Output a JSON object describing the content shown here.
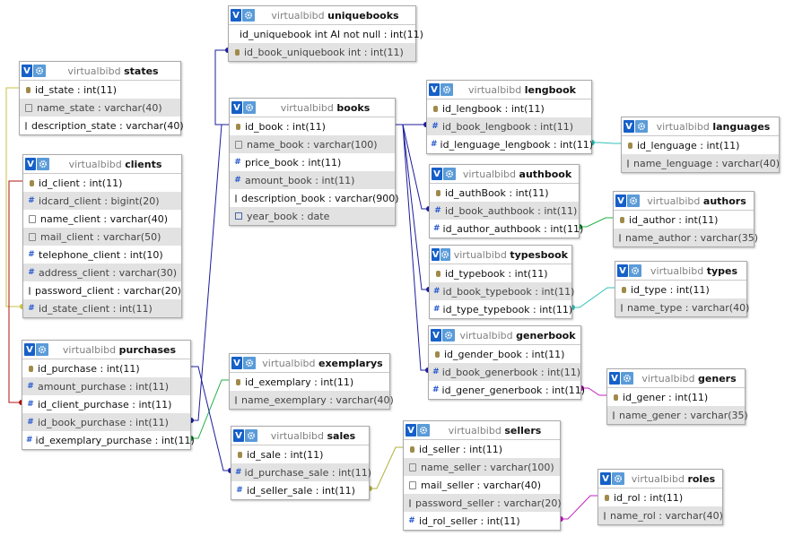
{
  "db_name": "virtualbibd",
  "colors": {
    "relation_blue": "#1c1c9c",
    "relation_yellow": "#c8c040",
    "relation_red": "#b01010",
    "relation_green": "#20b040",
    "relation_teal": "#30c0b8",
    "relation_magenta": "#c020c0",
    "relation_olive": "#b0b040"
  },
  "tables": {
    "uniquebooks": {
      "name": "uniquebooks",
      "fields": [
        {
          "label": "id_uniquebook int AI not null : int(11)",
          "icon": "key"
        },
        {
          "label": "id_book_uniquebook int : int(11)",
          "icon": "key"
        }
      ]
    },
    "states": {
      "name": "states",
      "fields": [
        {
          "label": "id_state : int(11)",
          "icon": "key"
        },
        {
          "label": "name_state : varchar(40)",
          "icon": "txt"
        },
        {
          "label": "description_state : varchar(40)",
          "icon": "txt"
        }
      ]
    },
    "clients": {
      "name": "clients",
      "fields": [
        {
          "label": "id_client : int(11)",
          "icon": "key"
        },
        {
          "label": "idcard_client : bigint(20)",
          "icon": "hash"
        },
        {
          "label": "name_client : varchar(40)",
          "icon": "txt"
        },
        {
          "label": "mail_client : varchar(50)",
          "icon": "txt"
        },
        {
          "label": "telephone_client : int(10)",
          "icon": "hash"
        },
        {
          "label": "address_client : varchar(30)",
          "icon": "hash"
        },
        {
          "label": "password_client : varchar(20)",
          "icon": "txt"
        },
        {
          "label": "id_state_client : int(11)",
          "icon": "hash"
        }
      ]
    },
    "books": {
      "name": "books",
      "fields": [
        {
          "label": "id_book : int(11)",
          "icon": "key"
        },
        {
          "label": "name_book : varchar(100)",
          "icon": "txt"
        },
        {
          "label": "price_book : int(11)",
          "icon": "hash"
        },
        {
          "label": "amount_book : int(11)",
          "icon": "hash"
        },
        {
          "label": "description_book : varchar(900)",
          "icon": "txt"
        },
        {
          "label": "year_book : date",
          "icon": "date"
        }
      ]
    },
    "lengbook": {
      "name": "lengbook",
      "fields": [
        {
          "label": "id_lengbook : int(11)",
          "icon": "key"
        },
        {
          "label": "id_book_lengbook : int(11)",
          "icon": "hash"
        },
        {
          "label": "id_lenguage_lengbook : int(11)",
          "icon": "hash"
        }
      ]
    },
    "languages": {
      "name": "languages",
      "fields": [
        {
          "label": "id_lenguage : int(11)",
          "icon": "key"
        },
        {
          "label": "name_lenguage : varchar(40)",
          "icon": "txt"
        }
      ]
    },
    "authbook": {
      "name": "authbook",
      "fields": [
        {
          "label": "id_authBook : int(11)",
          "icon": "key"
        },
        {
          "label": "id_book_authbook : int(11)",
          "icon": "hash"
        },
        {
          "label": "id_author_authbook : int(11)",
          "icon": "hash"
        }
      ]
    },
    "authors": {
      "name": "authors",
      "fields": [
        {
          "label": "id_author : int(11)",
          "icon": "key"
        },
        {
          "label": "name_author : varchar(35)",
          "icon": "txt"
        }
      ]
    },
    "typesbook": {
      "name": "typesbook",
      "fields": [
        {
          "label": "id_typebook : int(11)",
          "icon": "key"
        },
        {
          "label": "id_book_typebook : int(11)",
          "icon": "hash"
        },
        {
          "label": "id_type_typebook : int(11)",
          "icon": "hash"
        }
      ]
    },
    "types": {
      "name": "types",
      "fields": [
        {
          "label": "id_type : int(11)",
          "icon": "key"
        },
        {
          "label": "name_type : varchar(40)",
          "icon": "txt"
        }
      ]
    },
    "generbook": {
      "name": "generbook",
      "fields": [
        {
          "label": "id_gender_book : int(11)",
          "icon": "key"
        },
        {
          "label": "id_book_generbook : int(11)",
          "icon": "hash"
        },
        {
          "label": "id_gener_generbook : int(11)",
          "icon": "hash"
        }
      ]
    },
    "geners": {
      "name": "geners",
      "fields": [
        {
          "label": "id_gener : int(11)",
          "icon": "key"
        },
        {
          "label": "name_gener : varchar(35)",
          "icon": "txt"
        }
      ]
    },
    "purchases": {
      "name": "purchases",
      "fields": [
        {
          "label": "id_purchase : int(11)",
          "icon": "key"
        },
        {
          "label": "amount_purchase : int(11)",
          "icon": "hash"
        },
        {
          "label": "id_client_purchase : int(11)",
          "icon": "hash"
        },
        {
          "label": "id_book_purchase : int(11)",
          "icon": "hash"
        },
        {
          "label": "id_exemplary_purchase : int(11)",
          "icon": "hash"
        }
      ]
    },
    "exemplarys": {
      "name": "exemplarys",
      "fields": [
        {
          "label": "id_exemplary : int(11)",
          "icon": "key"
        },
        {
          "label": "name_exemplary : varchar(40)",
          "icon": "txt"
        }
      ]
    },
    "sales": {
      "name": "sales",
      "fields": [
        {
          "label": "id_sale : int(11)",
          "icon": "key"
        },
        {
          "label": "id_purchase_sale : int(11)",
          "icon": "hash"
        },
        {
          "label": "id_seller_sale : int(11)",
          "icon": "hash"
        }
      ]
    },
    "sellers": {
      "name": "sellers",
      "fields": [
        {
          "label": "id_seller : int(11)",
          "icon": "key"
        },
        {
          "label": "name_seller : varchar(100)",
          "icon": "txt"
        },
        {
          "label": "mail_seller : varchar(40)",
          "icon": "txt"
        },
        {
          "label": "password_seller : varchar(20)",
          "icon": "txt"
        },
        {
          "label": "id_rol_seller : int(11)",
          "icon": "hash"
        }
      ]
    },
    "roles": {
      "name": "roles",
      "fields": [
        {
          "label": "id_rol : int(11)",
          "icon": "key"
        },
        {
          "label": "name_rol : varchar(40)",
          "icon": "txt"
        }
      ]
    }
  },
  "relations": [
    {
      "from": "books.0",
      "to": "uniquebooks.1",
      "color": "relation_blue"
    },
    {
      "from": "states.0",
      "to": "clients.7",
      "color": "relation_yellow"
    },
    {
      "from": "clients.0",
      "to": "purchases.2",
      "color": "relation_red"
    },
    {
      "from": "books.0",
      "to": "purchases.3",
      "color": "relation_blue"
    },
    {
      "from": "exemplarys.0",
      "to": "purchases.4",
      "color": "relation_green"
    },
    {
      "from": "purchases.0",
      "to": "sales.1",
      "color": "relation_blue"
    },
    {
      "from": "books.0",
      "to": "lengbook.1",
      "color": "relation_blue"
    },
    {
      "from": "languages.0",
      "to": "lengbook.2",
      "color": "relation_teal"
    },
    {
      "from": "books.0",
      "to": "authbook.1",
      "color": "relation_blue"
    },
    {
      "from": "authors.0",
      "to": "authbook.2",
      "color": "relation_green"
    },
    {
      "from": "books.0",
      "to": "typesbook.1",
      "color": "relation_blue"
    },
    {
      "from": "types.0",
      "to": "typesbook.2",
      "color": "relation_teal"
    },
    {
      "from": "books.0",
      "to": "generbook.1",
      "color": "relation_blue"
    },
    {
      "from": "geners.0",
      "to": "generbook.2",
      "color": "relation_magenta"
    },
    {
      "from": "sellers.0",
      "to": "sales.2",
      "color": "relation_olive"
    },
    {
      "from": "roles.0",
      "to": "sellers.4",
      "color": "relation_magenta"
    }
  ]
}
